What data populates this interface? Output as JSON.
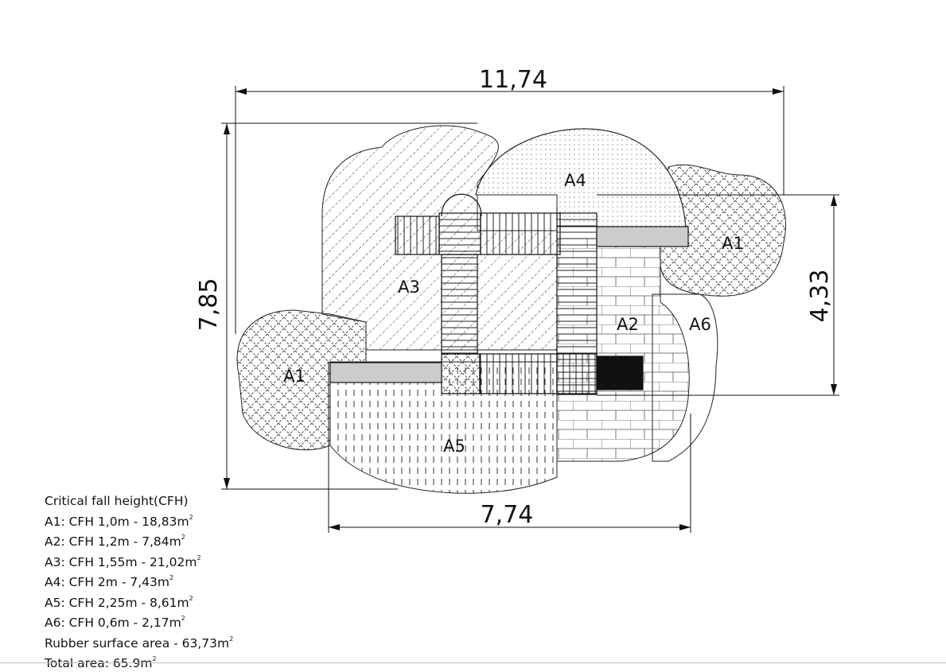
{
  "dimensions": {
    "overall_width": "11,74",
    "overall_height": "7,85",
    "structure_height": "4,33",
    "structure_width": "7,74"
  },
  "areas": [
    "A1",
    "A2",
    "A3",
    "A4",
    "A5",
    "A6",
    "A1"
  ],
  "legend": {
    "title": "Critical fall height(CFH)",
    "rows": [
      {
        "text": "A1: CFH 1,0m - 18,83m",
        "sup": "2"
      },
      {
        "text": "A2: CFH 1,2m - 7,84m",
        "sup": "2"
      },
      {
        "text": "A3: CFH 1,55m - 21,02m",
        "sup": "2"
      },
      {
        "text": "A4: CFH 2m - 7,43m",
        "sup": "2"
      },
      {
        "text": "A5: CFH 2,25m - 8,61m",
        "sup": "2"
      },
      {
        "text": "A6: CFH 0,6m - 2,17m",
        "sup": "2"
      },
      {
        "text": "Rubber surface area - 63,73m",
        "sup": "2"
      },
      {
        "text": "Total area: 65.9m",
        "sup": "2"
      }
    ]
  }
}
